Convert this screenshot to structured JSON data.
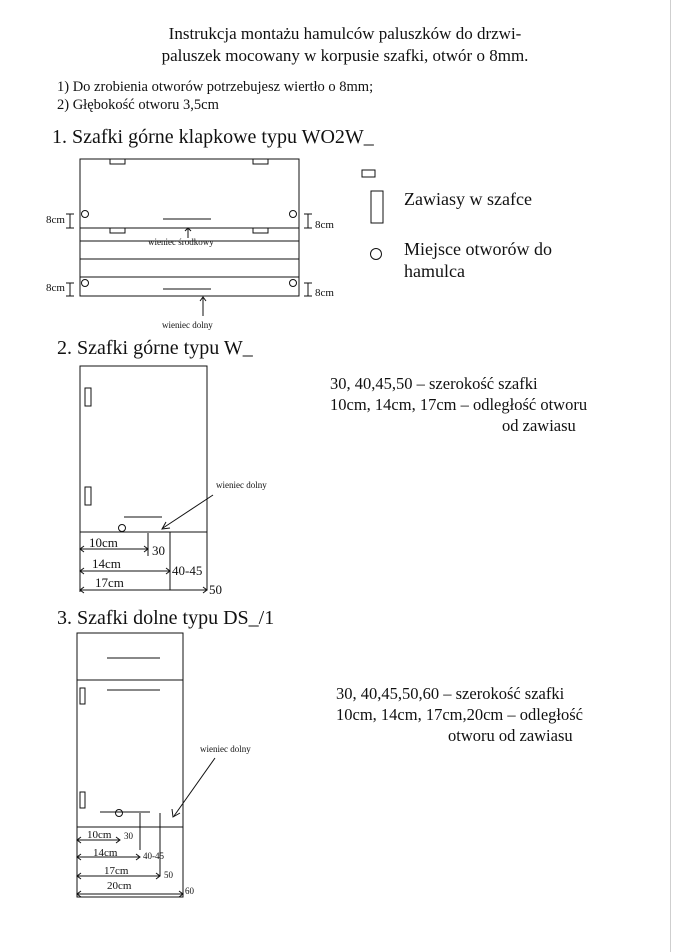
{
  "title": {
    "line1": "Instrukcja montażu hamulców paluszków do drzwi-",
    "line2": "paluszek mocowany w korpusie szafki, otwór o 8mm."
  },
  "requirements": [
    "1) Do zrobienia otworów potrzebujesz wiertło o 8mm;",
    "2) Głębokość otworu 3,5cm"
  ],
  "section1": {
    "heading": "1. Szafki górne klapkowe typu WO2W_",
    "dim_8cm": "8cm",
    "label_middle": "wieniec środkowy",
    "label_bottom": "wieniec dolny"
  },
  "legend": {
    "hinges": "Zawiasy w szafce",
    "holes_line1": "Miejsce otworów do",
    "holes_line2": "hamulca"
  },
  "section2": {
    "heading": "2. Szafki górne typu W_",
    "desc_line1": "30, 40,45,50 – szerokość szafki",
    "desc_line2": "10cm, 14cm, 17cm – odległość otworu",
    "desc_line3": "od zawiasu",
    "label_bottom": "wieniec dolny",
    "d10": "10cm",
    "w30": "30",
    "d14": "14cm",
    "w4045": "40-45",
    "d17": "17cm",
    "w50": "50"
  },
  "section3": {
    "heading": "3. Szafki dolne typu DS_/1",
    "desc_line1": "30, 40,45,50,60 – szerokość szafki",
    "desc_line2": "10cm, 14cm, 17cm,20cm – odległość",
    "desc_line3": "otworu od zawiasu",
    "label_bottom": "wieniec dolny",
    "d10": "10cm",
    "w30": "30",
    "d14": "14cm",
    "w4045": "40-45",
    "d17": "17cm",
    "w50": "50",
    "d20": "20cm",
    "w60": "60"
  }
}
